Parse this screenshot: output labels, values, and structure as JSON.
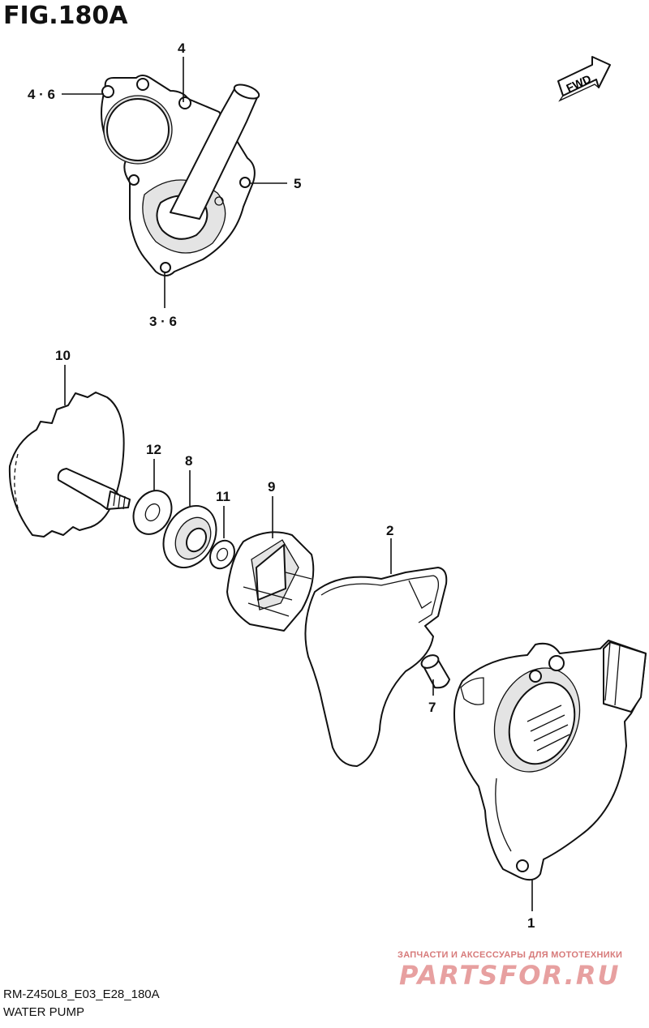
{
  "figure": {
    "title": "FIG.180A"
  },
  "fwd_label": "FWD",
  "callouts": {
    "c1": "1",
    "c2": "2",
    "c3_6": "3 · 6",
    "c4": "4",
    "c4_6": "4 · 6",
    "c5": "5",
    "c7": "7",
    "c8": "8",
    "c9": "9",
    "c10": "10",
    "c11": "11",
    "c12": "12"
  },
  "footer": {
    "model_code": "RM-Z450L8_E03_E28_180A",
    "section_name": "WATER PUMP"
  },
  "watermark": {
    "tagline": "ЗАПЧАСТИ И АКСЕССУАРЫ ДЛЯ МОТОТЕХНИКИ",
    "brand": "PARTSFOR.RU"
  }
}
